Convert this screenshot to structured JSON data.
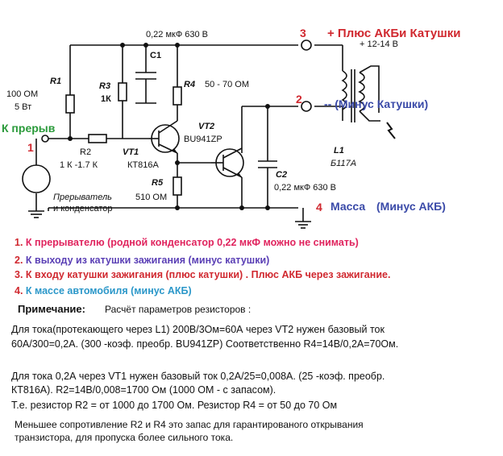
{
  "schematic": {
    "c1_spec": "0,22 мкФ  630 В",
    "c1_label": "C1",
    "r1_value": "100 ОМ",
    "r1_power": "5 Вт",
    "r1_label": "R1",
    "r3_label": "R3",
    "r3_value": "1К",
    "r4_label": "R4",
    "r4_value": "50 - 70 ОМ",
    "vt2_label": "VT2",
    "vt2_model": "BU941ZP",
    "vt1_label": "VT1",
    "vt1_model": "КТ816А",
    "r2_label": "R2",
    "r2_value": "1 К -1.7 К",
    "r5_label": "R5",
    "r5_value": "510 ОМ",
    "c2_label": "C2",
    "c2_spec": "0,22 мкФ 630 В",
    "l1_label": "L1",
    "l1_model": "Б117А",
    "interrupter_label": "Прерыватель",
    "interrupter_sub": "и конденсатор",
    "voltage": "+ 12-14 В",
    "terminals": {
      "t1": {
        "num": "1",
        "name": "К прерыв"
      },
      "t2": {
        "num": "2",
        "name": "--  (Минус Катушки)"
      },
      "t3": {
        "num": "3",
        "name": "+ Плюс АКБи Катушки"
      },
      "t4": {
        "num": "4",
        "name": "Масса",
        "name2": "(Минус АКБ)"
      }
    }
  },
  "legend": [
    {
      "num": "1.",
      "text": "К прерывателю (родной конденсатор 0,22 мкФ можно не снимать)",
      "color": "#e0245e"
    },
    {
      "num": "2.",
      "text": "К выходу из катушки зажигания (минус катушки)",
      "color": "#5a3fb5"
    },
    {
      "num": "3.",
      "text": "К входу катушки зажигания (плюс катушки)",
      "color": "#d0282f",
      "extra": ". Плюс АКБ через зажигание."
    },
    {
      "num": "4.",
      "text": "К массе автомобиля (минус АКБ)",
      "color": "#2b97c9"
    }
  ],
  "notes": {
    "title": "Примечание:",
    "subtitle": "Расчёт параметров резисторов :",
    "p1_line1": "Для тока(протекающего через L1)  200В/3Ом=60А через VT2 нужен базовый ток",
    "p1_line2": "60А/300=0,2А. (300 -коэф. преобр. BU941ZP) Соответственно R4=14В/0,2А=70Ом.",
    "p2_line1": "Для тока 0,2А через VT1 нужен базовый ток 0,2А/25=0,008А. (25 -коэф. преобр.",
    "p2_line2": "КТ816А). R2=14В/0,008=1700 Ом (1000 ОМ - с запасом).",
    "p2_line3": "Т.е. резистор R2 =   от 1000 до 1700 Ом.  Резистор R4 =   от 50 до 70 Ом",
    "p3_line1": "Меньшее сопротивление R2  и  R4 это запас для гарантированого  открывания",
    "p3_line2": "транзистора, для пропуска  более сильного тока."
  }
}
